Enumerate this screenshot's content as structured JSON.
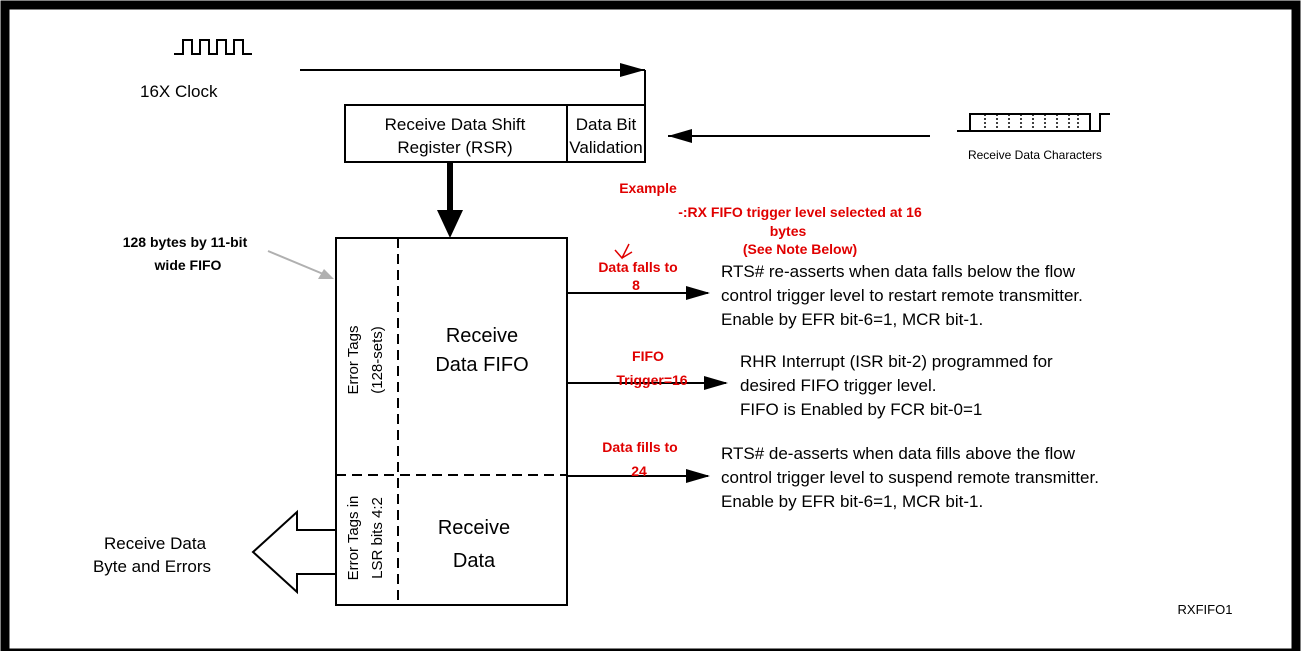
{
  "clock": {
    "label": "16X Clock"
  },
  "rsr": {
    "line1": "Receive Data Shift",
    "line2": "Register (RSR)"
  },
  "validation": {
    "line1": "Data Bit",
    "line2": "Validation"
  },
  "rx_chars": {
    "label": "Receive Data Characters"
  },
  "example": {
    "line1": "Example",
    "line2": "-:RX FIFO trigger level selected at 16",
    "line3": "bytes",
    "line4": "(See Note Below)"
  },
  "fifo_size": {
    "line1": "128 bytes by 11-bit",
    "line2": "wide FIFO"
  },
  "error_tags_top": {
    "line1": "Error Tags",
    "line2": "(128-sets)"
  },
  "receive_fifo": {
    "line1": "Receive",
    "line2": "Data FIFO"
  },
  "error_tags_bottom": {
    "line1": "Error Tags in",
    "line2": "LSR bits 4:2"
  },
  "receive_data": {
    "line1": "Receive",
    "line2": "Data"
  },
  "output": {
    "line1": "Receive Data",
    "line2": "Byte and Errors"
  },
  "falls": {
    "tag_line1": "Data falls to",
    "tag_line2": "8",
    "desc1": "RTS# re-asserts when data falls below the flow",
    "desc2": "control trigger level to restart remote transmitter.",
    "desc3": "Enable by EFR bit-6=1, MCR bit-1."
  },
  "trigger": {
    "tag_line1": "FIFO",
    "tag_line2": "Trigger=16",
    "desc1": "RHR Interrupt (ISR bit-2) programmed for",
    "desc2": "desired FIFO trigger level.",
    "desc3": "FIFO is Enabled by FCR bit-0=1"
  },
  "fills": {
    "tag_line1": "Data fills to",
    "tag_line2": "24",
    "desc1": "RTS# de-asserts when data fills above the flow",
    "desc2": "control trigger level to suspend remote transmitter.",
    "desc3": "Enable by EFR bit-6=1, MCR bit-1."
  },
  "figure_id": "RXFIFO1",
  "colors": {
    "annotation_red": "#e00000",
    "line": "#000000",
    "pointer_gray": "#b0b0b0"
  }
}
